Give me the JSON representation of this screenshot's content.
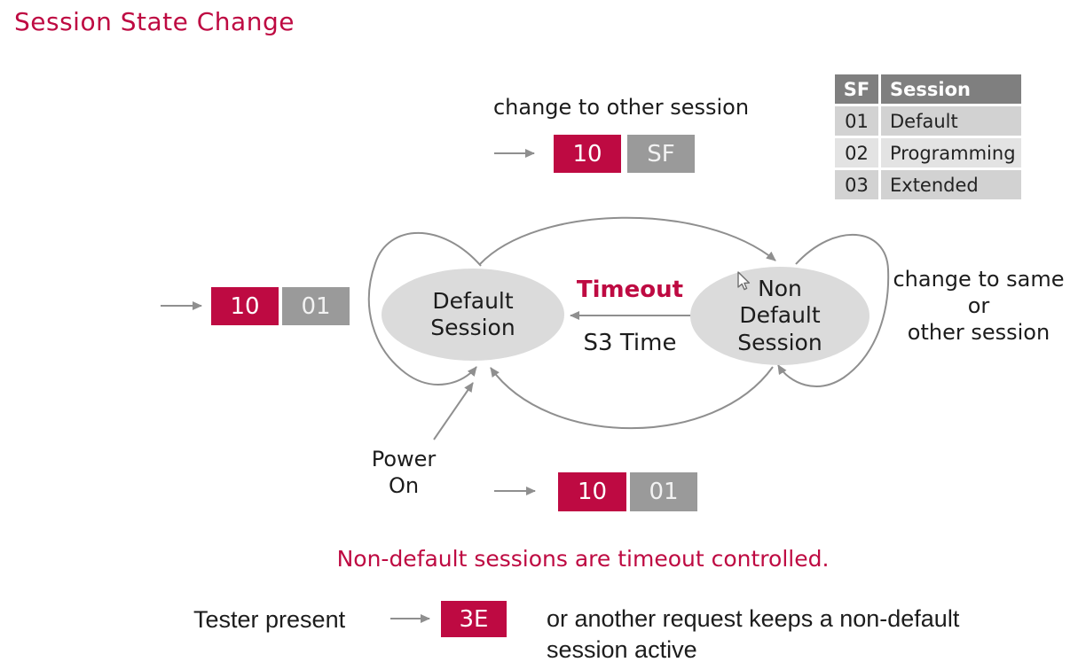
{
  "title": "Session State Change",
  "colors": {
    "accent_red": "#BE0A42",
    "box_gray": "#9A9A9A",
    "table_header_gray": "#7F7F7F",
    "table_row_gray": "#D2D2D2",
    "table_row_light": "#E3E3E3",
    "state_fill": "#DBDBDB",
    "arrow_gray": "#8F8F8F"
  },
  "states": {
    "default": "Default\nSession",
    "non_default": "Non\nDefault\nSession"
  },
  "labels": {
    "change_other": "change to other session",
    "change_same": "change to same\nor\nother session",
    "timeout": "Timeout",
    "s3_time": "S3 Time",
    "power_on": "Power\nOn"
  },
  "boxes": {
    "top": [
      "10",
      "SF"
    ],
    "left": [
      "10",
      "01"
    ],
    "bottom": [
      "10",
      "01"
    ],
    "tester": "3E"
  },
  "notes": {
    "timeout_note": "Non-default sessions are timeout controlled.",
    "tester_prefix": "Tester present",
    "tester_suffix": "or another request keeps a non-default\nsession active"
  },
  "table": {
    "headers": [
      "SF",
      "Session"
    ],
    "rows": [
      {
        "sf": "01",
        "session": "Default"
      },
      {
        "sf": "02",
        "session": "Programming"
      },
      {
        "sf": "03",
        "session": "Extended"
      }
    ]
  }
}
